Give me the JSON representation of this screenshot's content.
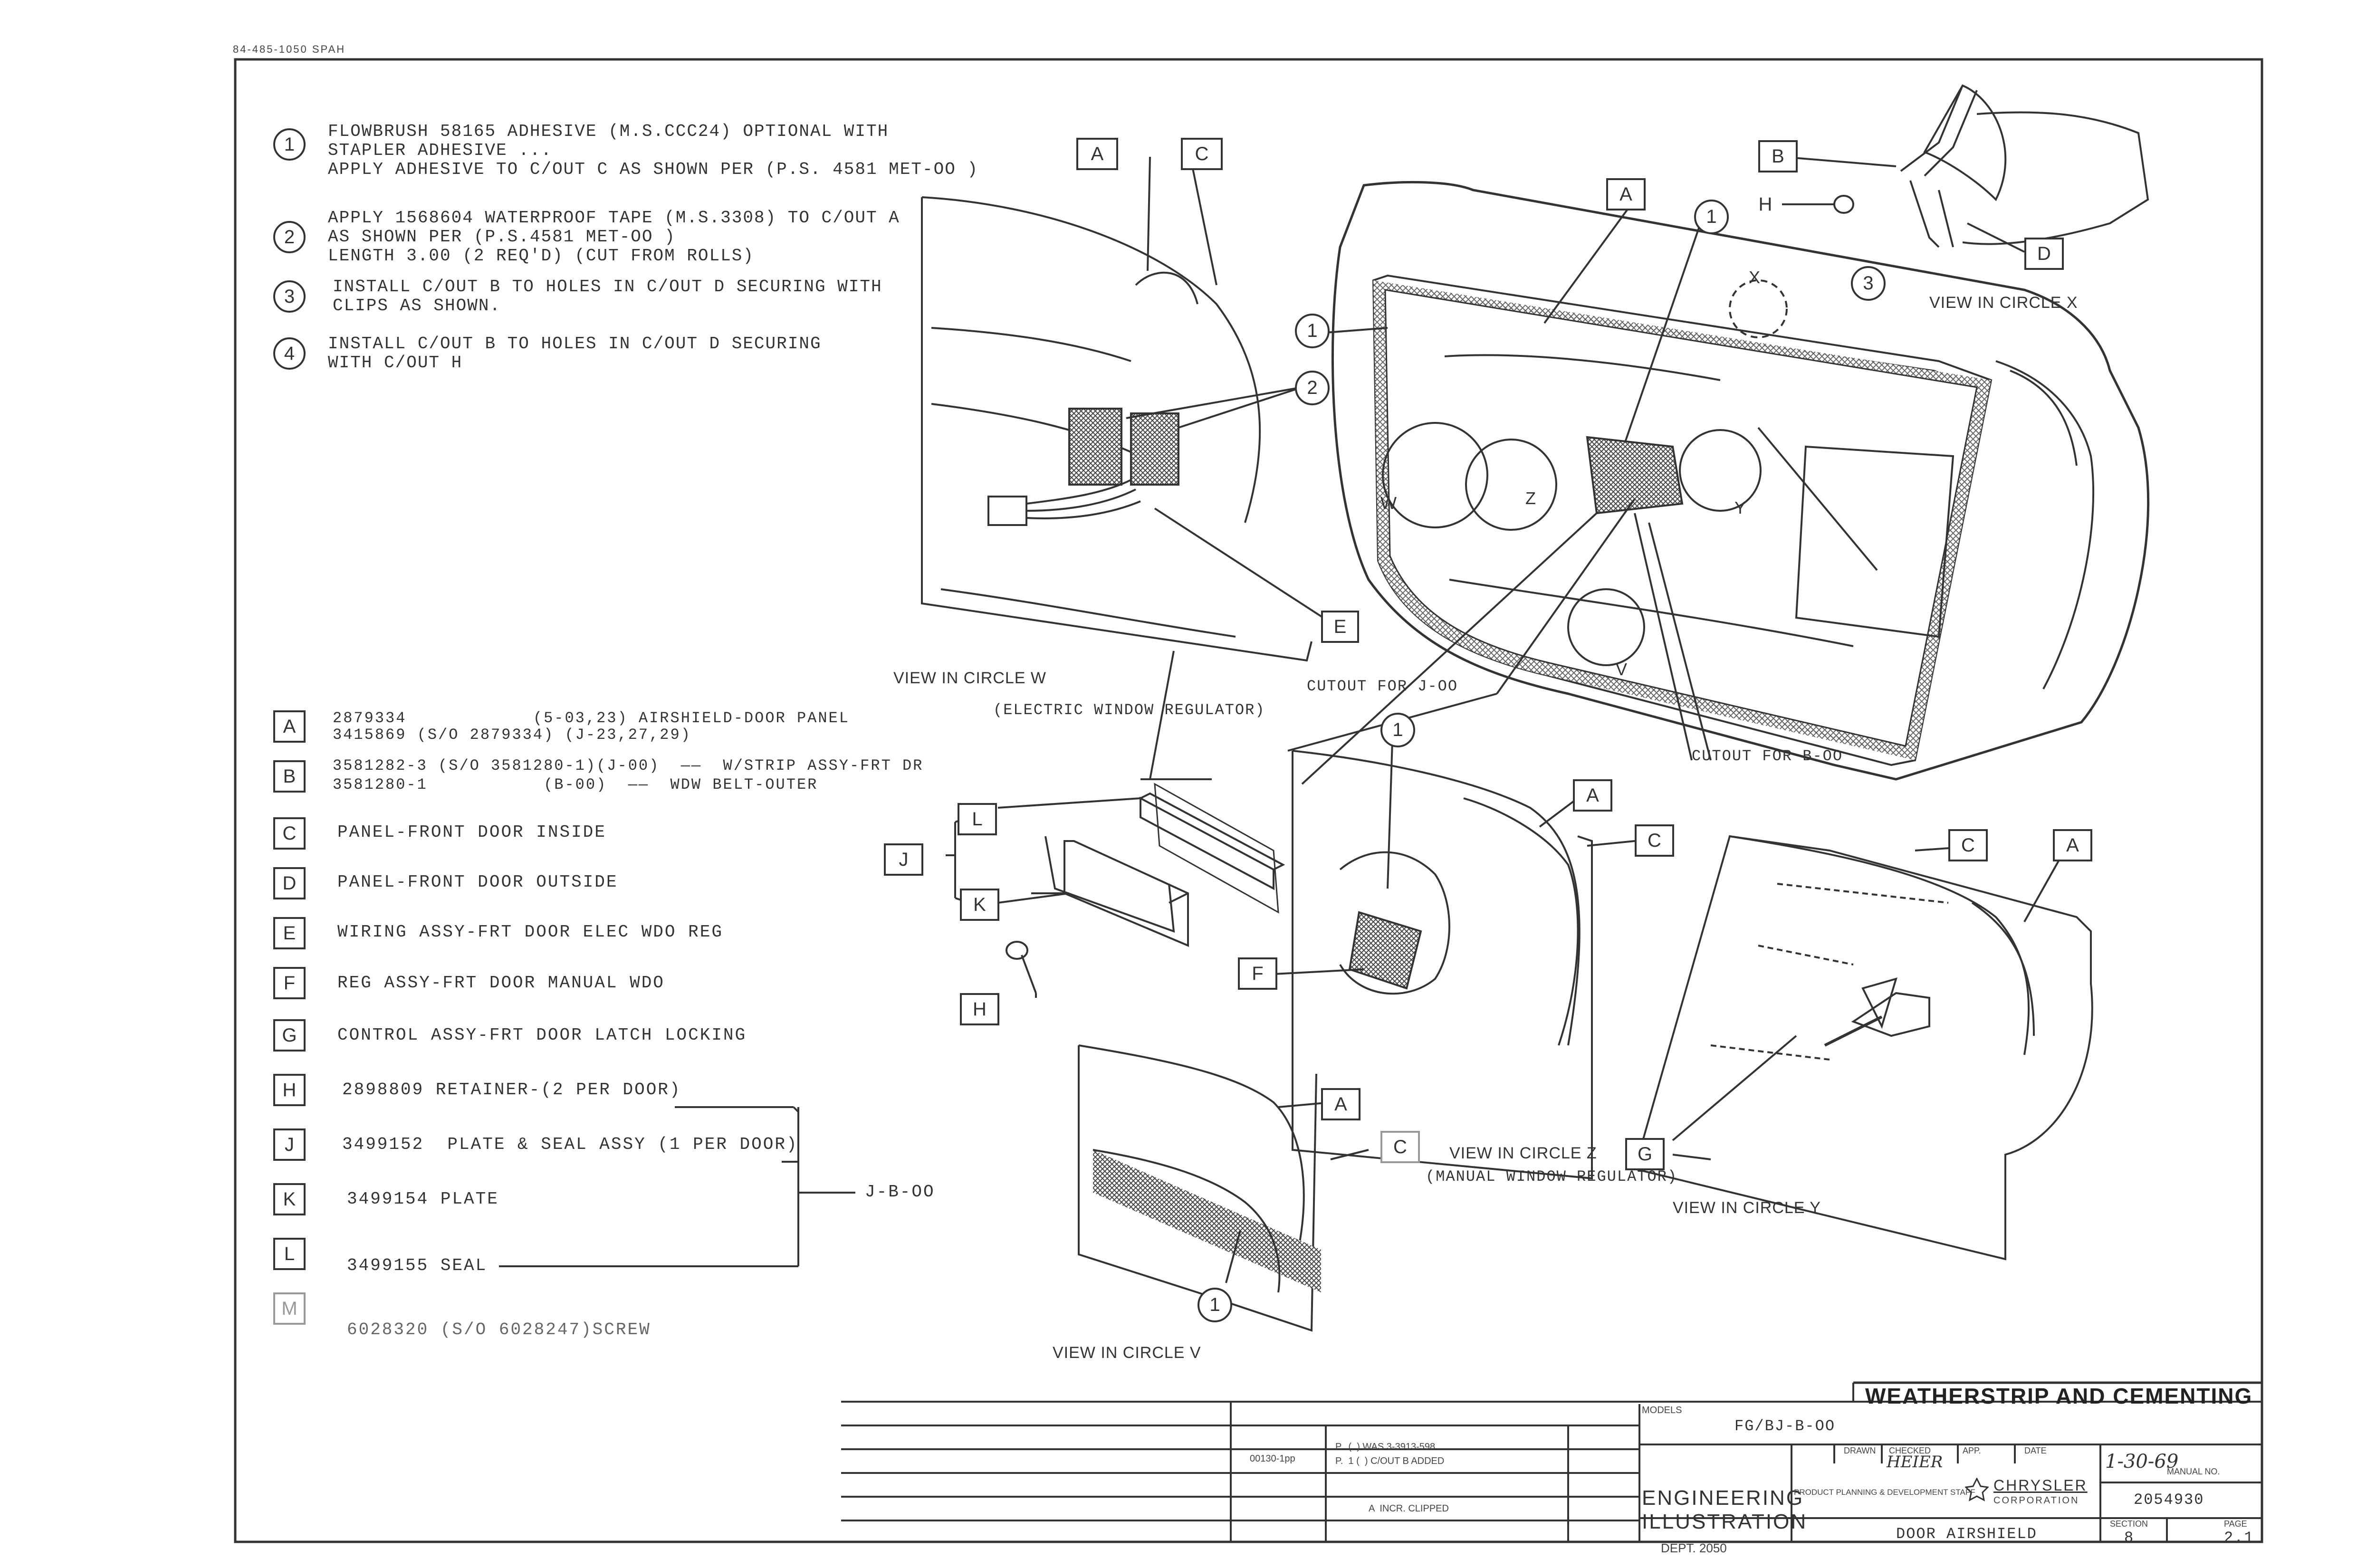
{
  "header": {
    "form_code": "84-485-1050 SPAH"
  },
  "notes": [
    {
      "num": "1",
      "lines": [
        "FLOWBRUSH 58165 ADHESIVE (M.S.CCC24) OPTIONAL WITH",
        "STAPLER ADHESIVE ... ",
        "APPLY ADHESIVE TO C/OUT C AS SHOWN PER (P.S. 4581 MET-OO )"
      ]
    },
    {
      "num": "2",
      "lines": [
        "APPLY 1568604 WATERPROOF TAPE (M.S.3308) TO C/OUT A",
        "AS SHOWN PER (P.S.4581 MET-OO )",
        "LENGTH 3.00 (2 REQ'D) (CUT FROM ROLLS)"
      ]
    },
    {
      "num": "3",
      "lines": [
        "INSTALL C/OUT B TO HOLES IN C/OUT D SECURING WITH",
        "CLIPS AS SHOWN."
      ]
    },
    {
      "num": "4",
      "lines": [
        "INSTALL C/OUT B TO HOLES IN C/OUT D SECURING",
        "WITH C/OUT H"
      ]
    }
  ],
  "legend": [
    {
      "key": "A",
      "lines": [
        "2879334            (5-03,23) AIRSHIELD-DOOR PANEL",
        "3415869 (S/O 2879334) (J-23,27,29)"
      ]
    },
    {
      "key": "B",
      "lines": [
        "3581282-3 (S/O 3581280-1)(J-00)  ——  W/STRIP ASSY-FRT DR",
        "3581280-1           (B-00)  ——  WDW BELT-OUTER"
      ]
    },
    {
      "key": "C",
      "lines": [
        "PANEL-FRONT DOOR INSIDE"
      ]
    },
    {
      "key": "D",
      "lines": [
        "PANEL-FRONT DOOR OUTSIDE"
      ]
    },
    {
      "key": "E",
      "lines": [
        "WIRING ASSY-FRT DOOR ELEC WDO REG"
      ]
    },
    {
      "key": "F",
      "lines": [
        "REG ASSY-FRT DOOR MANUAL WDO"
      ]
    },
    {
      "key": "G",
      "lines": [
        "CONTROL ASSY-FRT DOOR LATCH LOCKING"
      ]
    },
    {
      "key": "H",
      "lines": [
        "2898809 RETAINER-(2 PER DOOR)"
      ]
    },
    {
      "key": "J",
      "lines": [
        "3499152  PLATE & SEAL ASSY (1 PER DOOR)"
      ]
    },
    {
      "key": "K",
      "lines": [
        "3499154 PLATE"
      ]
    },
    {
      "key": "L",
      "lines": [
        "3499155 SEAL"
      ]
    },
    {
      "key": "M",
      "lines": [
        "6028320 (S/O 6028247)SCREW"
      ]
    }
  ],
  "legend_group_label": "J-B-OO",
  "views": {
    "circle_w": "VIEW IN CIRCLE W",
    "circle_w_sub": "(ELECTRIC WINDOW REGULATOR)",
    "circle_x": "VIEW IN CIRCLE X",
    "circle_z": "VIEW IN CIRCLE Z",
    "circle_z_sub": "(MANUAL WINDOW REGULATOR)",
    "circle_y": "VIEW IN CIRCLE Y",
    "circle_v": "VIEW IN CIRCLE V"
  },
  "cutouts": {
    "j": "CUTOUT FOR J-OO",
    "b": "CUTOUT FOR B-OO"
  },
  "circle_letters": [
    "W",
    "Z",
    "Y",
    "V",
    "X"
  ],
  "title_block": {
    "title": "WEATHERSTRIP AND CEMENTING",
    "models_label": "MODELS",
    "models_value": "FG/BJ-B-OO",
    "drawn_label": "DRAWN",
    "checked_label": "CHECKED",
    "app_label": "APP.",
    "date_label": "DATE",
    "checked_sig": "HEIER",
    "date_value": "1-30-69",
    "dept_line1": "ENGINEERING",
    "dept_line2": "ILLUSTRATION",
    "dept_num": "DEPT. 2050",
    "planning": "PRODUCT PLANNING & DEVELOPMENT STAFF",
    "company_line1": "CHRYSLER",
    "company_line2": "CORPORATION",
    "manual_label": "MANUAL NO.",
    "manual_value": "2054930",
    "part_name": "DOOR AIRSHIELD",
    "section_label": "SECTION",
    "page_label": "PAGE",
    "section_value": "8",
    "page_value": "2.1",
    "rev1_code": "00130-1pp",
    "rev1_text": "P.  (  ) WAS 3-3913-598",
    "rev2_text": "P.  1 (  ) C/OUT B ADDED",
    "rev3_text": "A  INCR. CLIPPED"
  }
}
